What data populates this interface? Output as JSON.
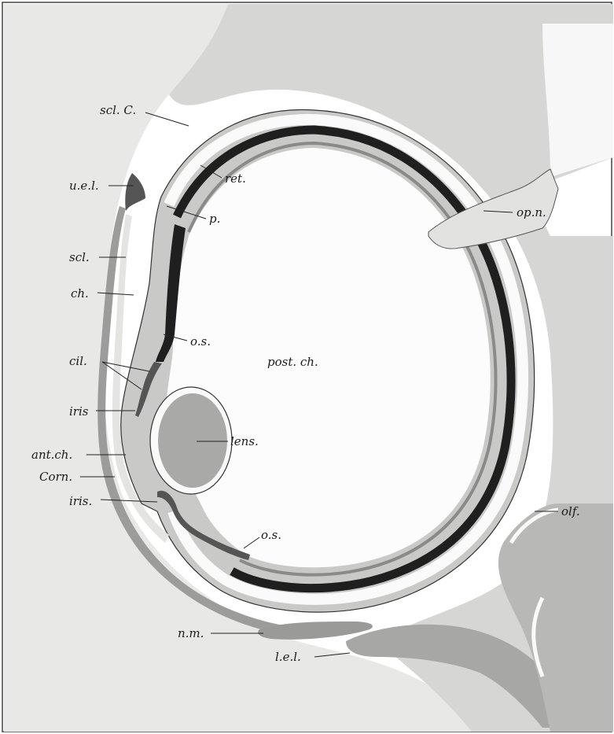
{
  "labels": {
    "scl_c": "scl. C.",
    "ret": "ret.",
    "uel": "u.e.l.",
    "p": "p.",
    "opn": "op.n.",
    "scl": "scl.",
    "ch": "ch.",
    "os_upper": "o.s.",
    "cil": "cil.",
    "post_ch": "post. ch.",
    "iris_upper": "iris",
    "lens": "lens.",
    "ant_ch": "ant.ch.",
    "corn": "Corn.",
    "iris_lower": "iris.",
    "olf": "olf.",
    "os_lower": "o.s.",
    "nm": "n.m.",
    "lel": "l.e.l."
  },
  "colors": {
    "background_tissue": "#e8e8e6",
    "mesenchyme": "#d3d3d1",
    "dark_layer": "#222222",
    "mid_gray": "#b9b9b7",
    "outline": "#333333"
  }
}
